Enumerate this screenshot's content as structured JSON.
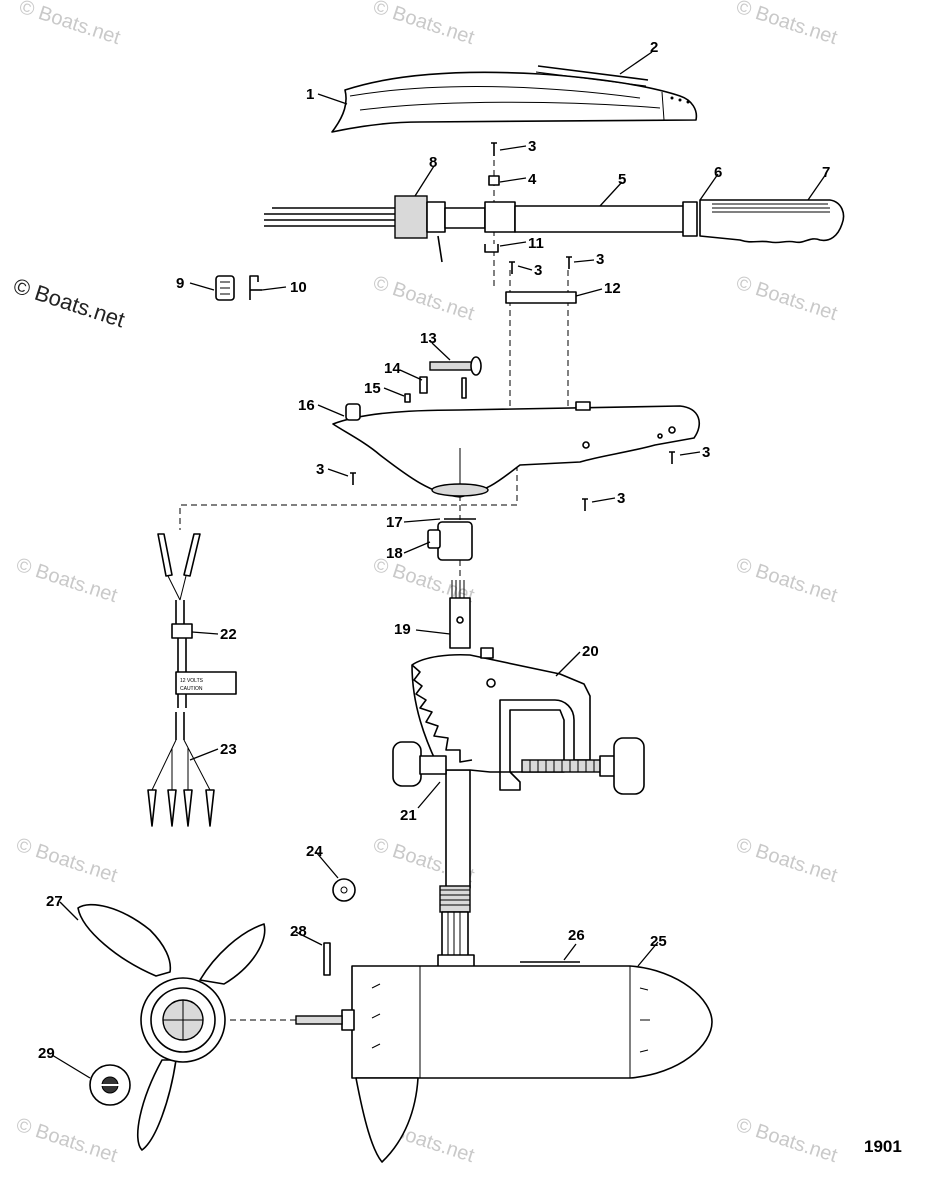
{
  "watermark": "© Boats.net",
  "figure_number": "1901",
  "cable_tag": {
    "line1": "12 VOLTS",
    "line2": "CAUTION"
  },
  "callouts": [
    {
      "id": "1",
      "label": "1"
    },
    {
      "id": "2",
      "label": "2"
    },
    {
      "id": "3a",
      "label": "3"
    },
    {
      "id": "4",
      "label": "4"
    },
    {
      "id": "5",
      "label": "5"
    },
    {
      "id": "6",
      "label": "6"
    },
    {
      "id": "7",
      "label": "7"
    },
    {
      "id": "8",
      "label": "8"
    },
    {
      "id": "11",
      "label": "11"
    },
    {
      "id": "3b",
      "label": "3"
    },
    {
      "id": "3c",
      "label": "3"
    },
    {
      "id": "9",
      "label": "9"
    },
    {
      "id": "10",
      "label": "10"
    },
    {
      "id": "12",
      "label": "12"
    },
    {
      "id": "13",
      "label": "13"
    },
    {
      "id": "14",
      "label": "14"
    },
    {
      "id": "15",
      "label": "15"
    },
    {
      "id": "16",
      "label": "16"
    },
    {
      "id": "3d",
      "label": "3"
    },
    {
      "id": "3e",
      "label": "3"
    },
    {
      "id": "3f",
      "label": "3"
    },
    {
      "id": "17",
      "label": "17"
    },
    {
      "id": "18",
      "label": "18"
    },
    {
      "id": "19",
      "label": "19"
    },
    {
      "id": "20",
      "label": "20"
    },
    {
      "id": "22",
      "label": "22"
    },
    {
      "id": "23",
      "label": "23"
    },
    {
      "id": "21",
      "label": "21"
    },
    {
      "id": "24",
      "label": "24"
    },
    {
      "id": "27",
      "label": "27"
    },
    {
      "id": "28",
      "label": "28"
    },
    {
      "id": "26",
      "label": "26"
    },
    {
      "id": "25",
      "label": "25"
    },
    {
      "id": "29",
      "label": "29"
    }
  ]
}
